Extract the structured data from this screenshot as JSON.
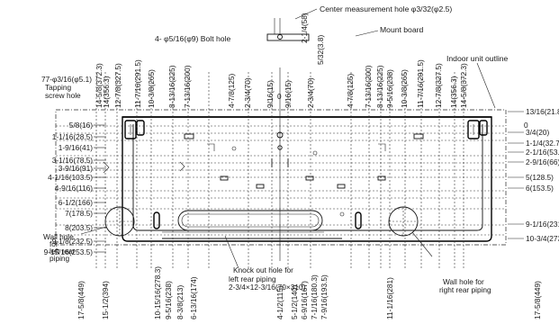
{
  "callouts": {
    "center_hole": "Center measurement hole φ3/32(φ2.5)",
    "mount_board": "Mount board",
    "indoor_outline": "Indoor unit outline",
    "bolt_hole": "4- φ5/16(φ9) Bolt hole",
    "tapping_screw_1": "77-φ3/16(φ5.1)",
    "tapping_screw_2": "Tapping",
    "tapping_screw_3": "screw hole",
    "wall_left_1": "Wall hole",
    "wall_left_2": "for",
    "wall_left_3": "left rear",
    "wall_left_4": "piping",
    "wall_right_1": "Wall hole for",
    "wall_right_2": "right rear piping",
    "knockout_1": "Knock out hole for",
    "knockout_2": "left rear piping",
    "knockout_3": "2-3/4×12-3/16(70×310)",
    "zero_top": "0",
    "zero_right": "0"
  },
  "left_dims": [
    "5/8(16)",
    "1-1/16(28.5)",
    "1-9/16(41)",
    "3-1/16(78.5)",
    "3-9/16(91)",
    "4-1/16(103.5)",
    "4-9/16(116)",
    "6-1/2(166)",
    "7(178.5)",
    "8(203.5)",
    "9-1/8(232.5)",
    "9-15/16(253.5)"
  ],
  "right_dims": [
    "13/16(21.8)",
    "3/4(20)",
    "1-1/4(32.7)",
    "2-1/16(53.5)",
    "2-9/16(66)",
    "5(128.5)",
    "6(153.5)",
    "9-1/16(231.5)",
    "10-3/4(273.2)"
  ],
  "top_left_dims": [
    "14-5/8(372.3)",
    "14(356.3)",
    "12-7/8(327.5)",
    "11-7/16(291.5)",
    "10-3/8(265)",
    "8-13/16(225)",
    "7-13/16(200)",
    "4-7/8(125)",
    "2-3/4(70)",
    "9/16(15)"
  ],
  "top_right_dims": [
    "9/16(15)",
    "2-3/4(70)",
    "4-7/8(125)",
    "7-13/16(200)",
    "8-13/16(225)",
    "9-5/16(238)",
    "10-3/8(265)",
    "11-7/16(291.5)",
    "12-7/8(327.5)",
    "14(356.3)",
    "14-5/8(372.3)"
  ],
  "top_center_dims": [
    "2-1/4(58)",
    "5/32(3.8)"
  ],
  "bottom_dims": [
    "17-5/8(449)",
    "15-1/2(394)",
    "10-15/16(278.3)",
    "9-5/16(238)",
    "8-3/8(213)",
    "6-13/16(174)",
    "4-1/2(115)",
    "5-1/2(140)",
    "6-9/16(167)",
    "7-1/16(180.3)",
    "7-9/16(193.5)",
    "11-1/16(281)",
    "17-5/8(449)"
  ]
}
